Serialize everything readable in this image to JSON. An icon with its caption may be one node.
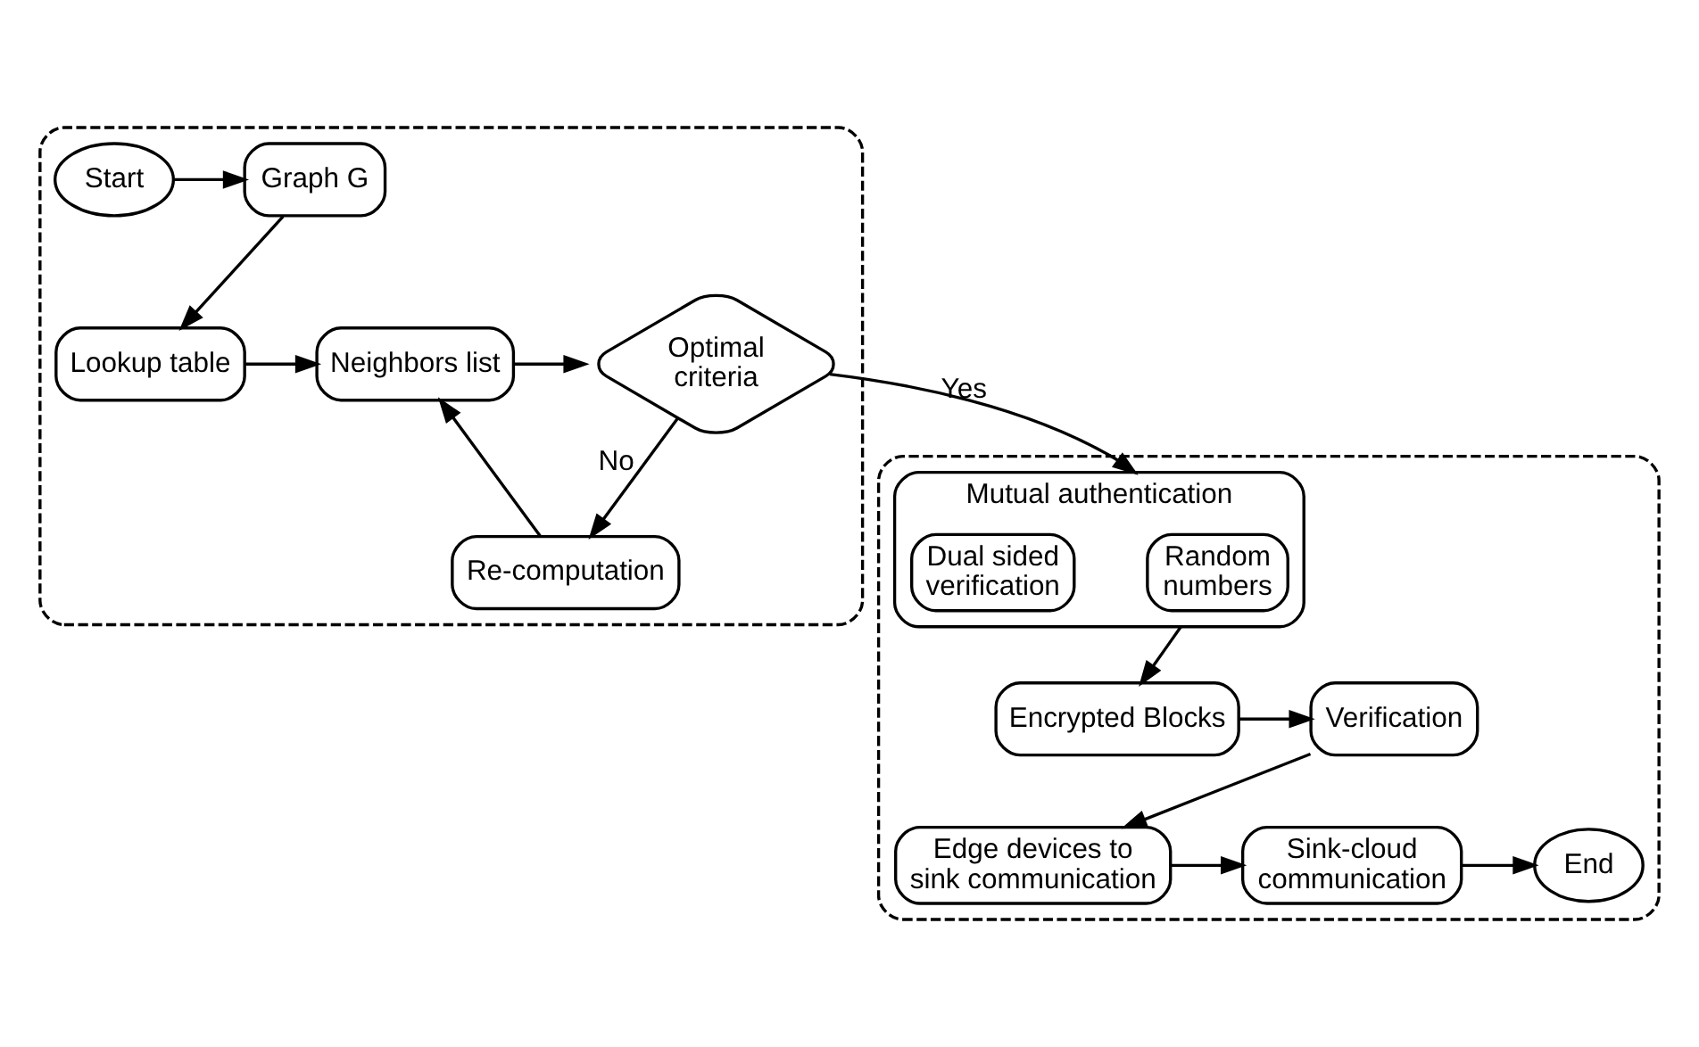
{
  "diagram": {
    "nodes": [
      {
        "text": [],
        "shape": "box"
      },
      {
        "text": [
          "Start"
        ],
        "in": 0
      },
      {
        "text": [
          "Graph G"
        ],
        "in": 0
      },
      {
        "text": [
          "Re-computation"
        ],
        "in": 0
      },
      {
        "text": [
          "Lookup table"
        ],
        "in": 0
      },
      {
        "text": [
          "Neighbors list"
        ],
        "in": 0
      },
      {
        "text": [
          "Optimal criteria"
        ],
        "in": 0
      },
      {
        "text": [],
        "shape": "box"
      },
      {
        "text": [
          "Mutual authentication"
        ],
        "in": 7
      },
      {
        "text": [
          "Random numbers"
        ],
        "in": 8
      },
      {
        "text": [
          "Dual sided verification"
        ],
        "in": 8
      },
      {
        "text": [
          "Encrypted Blocks"
        ],
        "in": 7
      },
      {
        "text": [
          "Verification"
        ],
        "in": 7
      },
      {
        "text": [
          "Edge devices to sink communication"
        ],
        "in": 7
      },
      {
        "text": [
          "Sink-cloud communication"
        ],
        "in": 7
      },
      {
        "text": [
          "End"
        ],
        "in": 7
      }
    ],
    "edges": [
      {
        "from": 1,
        "to": 2,
        "arrow": "to"
      },
      {
        "from": 2,
        "to": 4,
        "arrow": "to"
      },
      {
        "from": 4,
        "to": 5,
        "arrow": "to"
      },
      {
        "from": 5,
        "to": 6,
        "arrow": "to"
      },
      {
        "from": 6,
        "to": 3,
        "arrow": "to",
        "label": "No"
      },
      {
        "from": 3,
        "to": 5,
        "arrow": "to"
      },
      {
        "from": 6,
        "to": 8,
        "arrow": "to",
        "label": "Yes"
      },
      {
        "from": 8,
        "to": 11,
        "arrow": "to"
      },
      {
        "from": 11,
        "to": 12,
        "arrow": "to"
      },
      {
        "from": 12,
        "to": 13,
        "arrow": "to"
      },
      {
        "from": 13,
        "to": 14,
        "arrow": "to"
      },
      {
        "from": 14,
        "to": 15,
        "arrow": "to"
      }
    ]
  }
}
